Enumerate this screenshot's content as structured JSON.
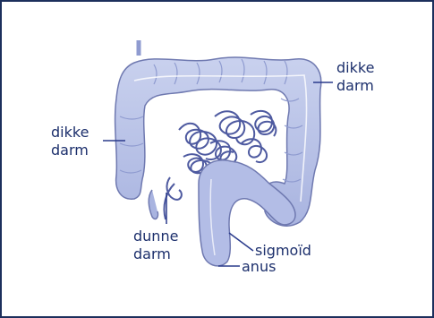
{
  "labels": {
    "large_intestine_right": "dikke\ndarm",
    "large_intestine_left": "dikke\ndarm",
    "small_intestine": "dunne\ndarm",
    "sigmoid": "sigmoïd",
    "anus": "anus"
  },
  "colors": {
    "border": "#1c2f5c",
    "organ_fill": "#b9c3e6",
    "organ_dark": "#8f9bd0",
    "outline": "#6f79b0",
    "label_text": "#1c2f6c",
    "leader_line": "#2a3b8c"
  }
}
